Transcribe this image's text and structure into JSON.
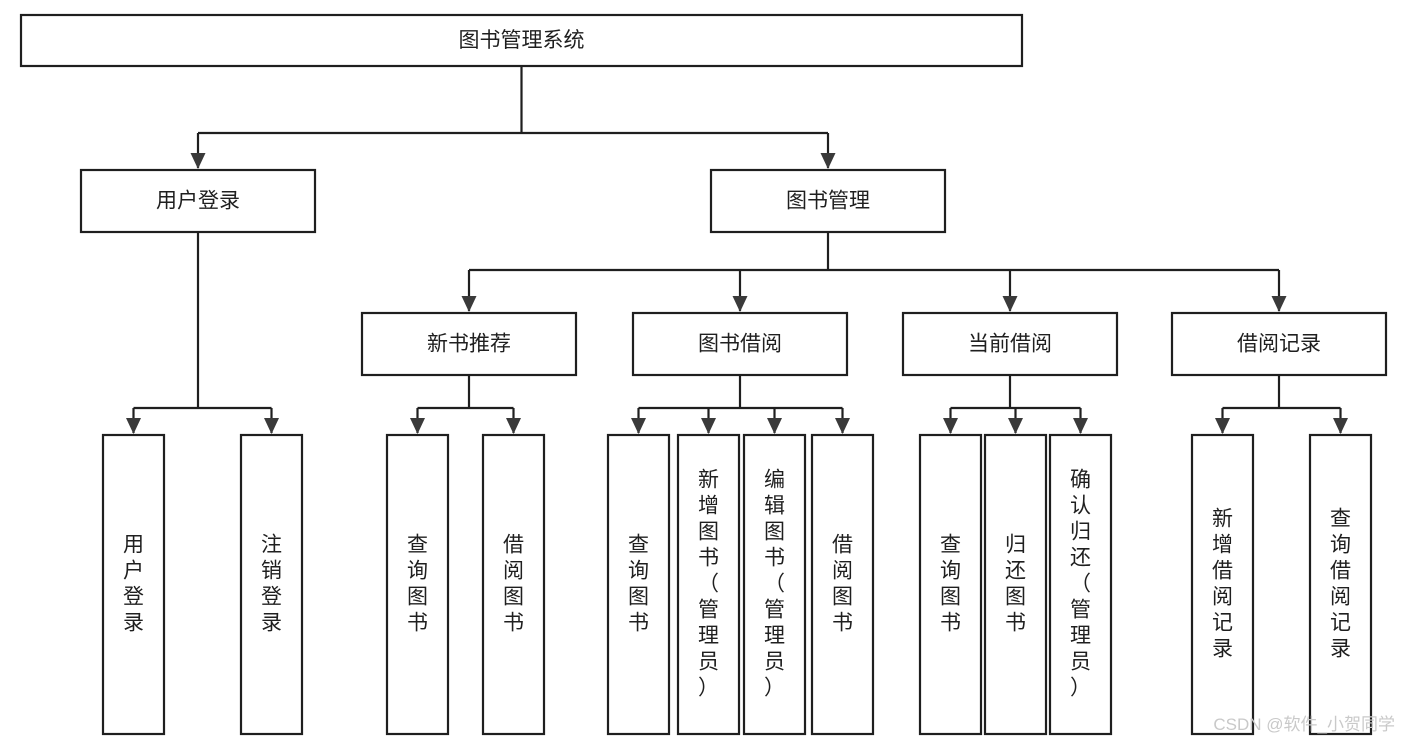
{
  "diagram": {
    "type": "tree",
    "title": "图书管理系统",
    "orientation": "top-down",
    "background_color": "#ffffff",
    "line_color": "#1f1f1f",
    "text_color": "#1f1f1f",
    "root": {
      "label": "图书管理系统",
      "name": "root-node-book-management-system"
    },
    "level1": [
      {
        "label": "用户登录",
        "name": "node-user-login"
      },
      {
        "label": "图书管理",
        "name": "node-book-management"
      }
    ],
    "level2": [
      {
        "label": "新书推荐",
        "name": "node-new-book-recommend"
      },
      {
        "label": "图书借阅",
        "name": "node-book-borrow"
      },
      {
        "label": "当前借阅",
        "name": "node-current-borrow"
      },
      {
        "label": "借阅记录",
        "name": "node-borrow-record"
      }
    ],
    "leaves": {
      "user_login": [
        {
          "label": "用户登录",
          "name": "leaf-user-login"
        },
        {
          "label": "注销登录",
          "name": "leaf-logout"
        }
      ],
      "new_book_recommend": [
        {
          "label": "查询图书",
          "name": "leaf-query-book-recommend"
        },
        {
          "label": "借阅图书",
          "name": "leaf-borrow-book-recommend"
        }
      ],
      "book_borrow": [
        {
          "label": "查询图书",
          "name": "leaf-query-book-borrow"
        },
        {
          "label": "新增图书（管理员）",
          "name": "leaf-add-book-admin"
        },
        {
          "label": "编辑图书（管理员）",
          "name": "leaf-edit-book-admin"
        },
        {
          "label": "借阅图书",
          "name": "leaf-borrow-book"
        }
      ],
      "current_borrow": [
        {
          "label": "查询图书",
          "name": "leaf-query-book-current"
        },
        {
          "label": "归还图书",
          "name": "leaf-return-book"
        },
        {
          "label": "确认归还（管理员）",
          "name": "leaf-confirm-return-admin"
        }
      ],
      "borrow_record": [
        {
          "label": "新增借阅记录",
          "name": "leaf-add-borrow-record"
        },
        {
          "label": "查询借阅记录",
          "name": "leaf-query-borrow-record"
        }
      ]
    }
  },
  "watermark": {
    "text": "CSDN @软件_小贺同学"
  }
}
